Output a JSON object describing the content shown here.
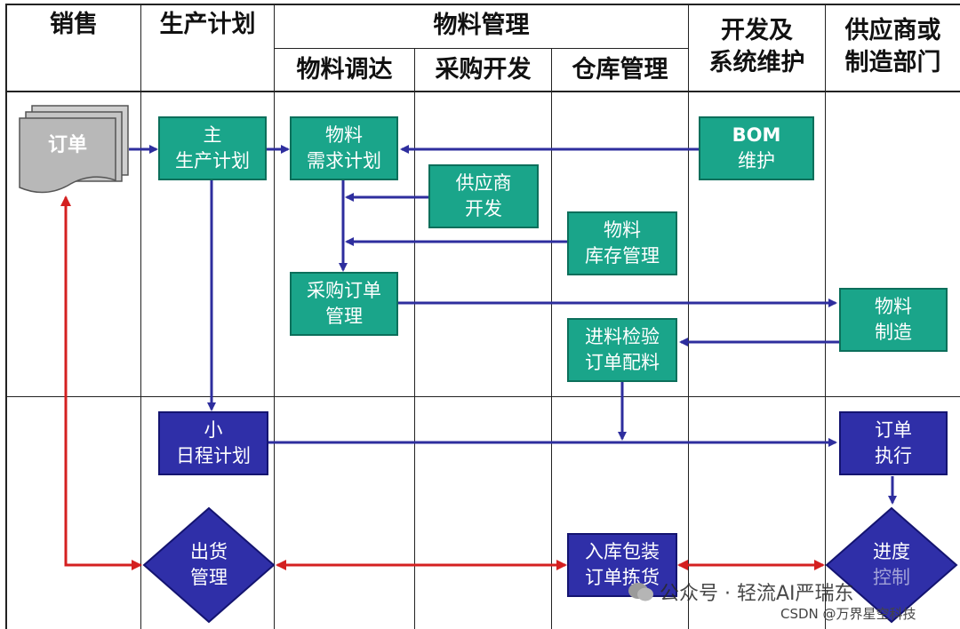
{
  "headers": {
    "sales": "销售",
    "production_plan": "生产计划",
    "material_mgmt": "物料管理",
    "material_allocation": "物料调达",
    "purchase_dev": "采购开发",
    "warehouse_mgmt": "仓库管理",
    "dev_maintenance": [
      "开发及",
      "系统维护"
    ],
    "supplier": [
      "供应商或",
      "制造部门"
    ]
  },
  "nodes": {
    "order": "订单",
    "master_plan": [
      "主",
      "生产计划"
    ],
    "mrp": [
      "物料",
      "需求计划"
    ],
    "bom": [
      "BOM",
      "维护"
    ],
    "supplier_dev": [
      "供应商",
      "开发"
    ],
    "material_stock": [
      "物料",
      "库存管理"
    ],
    "po_mgmt": [
      "采购订单",
      "管理"
    ],
    "material_mfg": [
      "物料",
      "制造"
    ],
    "inspection": [
      "进料检验",
      "订单配料"
    ],
    "small_schedule": [
      "小",
      "日程计划"
    ],
    "order_exec": [
      "订单",
      "执行"
    ],
    "shipping": [
      "出货",
      "管理"
    ],
    "packing": [
      "入库包装",
      "订单拣货"
    ],
    "progress": [
      "进度",
      "控制"
    ]
  },
  "colors": {
    "teal": "#1aa58a",
    "navy": "#2f2fa8",
    "arrow_blue": "#2e2e9e",
    "arrow_red": "#d42020"
  },
  "watermark": {
    "main": "公众号 · 轻流AI严瑞东",
    "sub": "CSDN @万界星空科技"
  }
}
